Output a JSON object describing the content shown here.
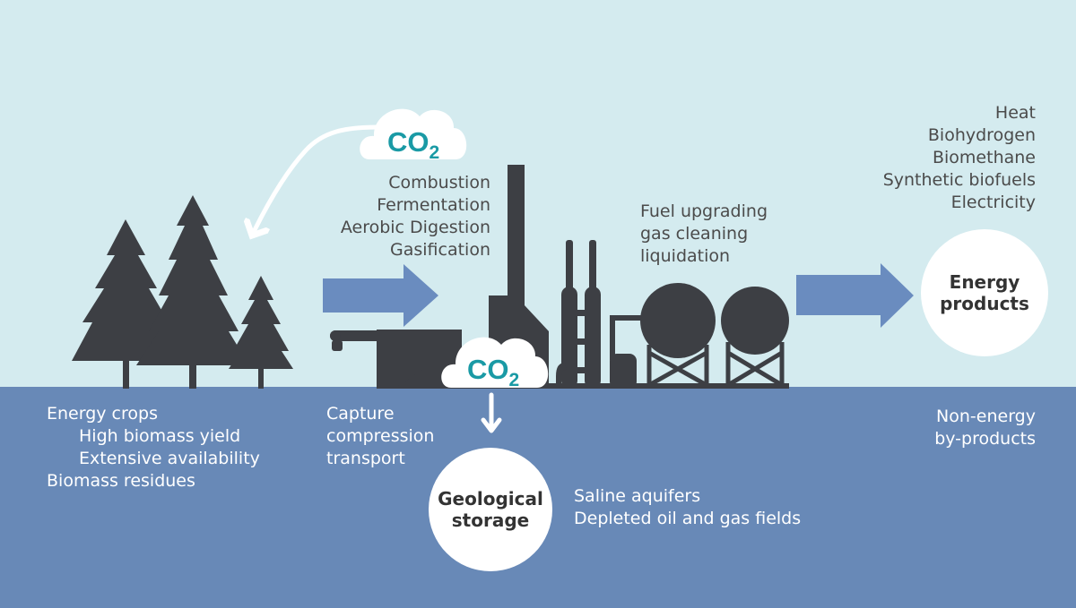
{
  "colors": {
    "sky": "#d4ebef",
    "ground": "#6889b7",
    "silhouette": "#3d3f44",
    "arrow": "#6a8cbf",
    "co2_text": "#1a9aa5",
    "white": "#ffffff"
  },
  "co2": {
    "text": "CO",
    "subscript": "2"
  },
  "process": {
    "items": [
      "Combustion",
      "Fermentation",
      "Aerobic Digestion",
      "Gasification"
    ]
  },
  "upgrading": {
    "items": [
      "Fuel upgrading",
      "gas cleaning",
      "liquidation"
    ]
  },
  "products": {
    "items": [
      "Heat",
      "Biohydrogen",
      "Biomethane",
      "Synthetic biofuels",
      "Electricity"
    ]
  },
  "energy_products": {
    "line1": "Energy",
    "line2": "products"
  },
  "biomass": {
    "heading": "Energy crops",
    "sub1": "High biomass yield",
    "sub2": "Extensive availability",
    "residues": "Biomass residues"
  },
  "capture": {
    "items": [
      "Capture",
      "compression",
      "transport"
    ]
  },
  "storage": {
    "line1": "Geological",
    "line2": "storage"
  },
  "storage_sites": {
    "items": [
      "Saline aquifers",
      "Depleted oil and gas fields"
    ]
  },
  "byproducts": {
    "items": [
      "Non-energy",
      "by-products"
    ]
  },
  "icons": {
    "trees": "conifer-trees-icon",
    "plant": "bio-energy-plant-icon",
    "cloud": "co2-cloud-icon",
    "arrow": "flow-arrow-icon"
  }
}
